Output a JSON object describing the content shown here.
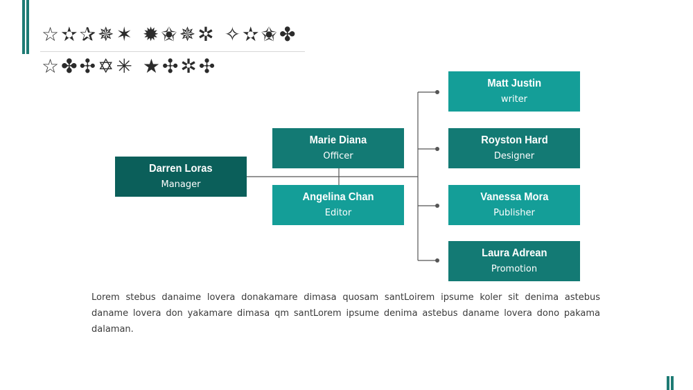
{
  "title": {
    "line1": "☆✫✰✵✶ ✹✬✵✲ ✧✫✬✤",
    "line2": "☆✤✣✡✳ ★✣✲✣"
  },
  "org_chart": {
    "root": {
      "name": "Darren Loras",
      "role": "Manager"
    },
    "middle": [
      {
        "name": "Marie Diana",
        "role": "Officer"
      },
      {
        "name": "Angelina Chan",
        "role": "Editor"
      }
    ],
    "right": [
      {
        "name": "Matt Justin",
        "role": "writer"
      },
      {
        "name": "Royston Hard",
        "role": "Designer"
      },
      {
        "name": "Vanessa Mora",
        "role": "Publisher"
      },
      {
        "name": "Laura Adrean",
        "role": "Promotion"
      }
    ]
  },
  "body_text": "Lorem stebus danaime lovera donakamare dimasa quosam santLoirem ipsume koler sit denima astebus daname lovera don yakamare dimasa qm santLorem ipsume denima astebus daname lovera dono pakama dalaman.",
  "colors": {
    "accent": "#1e7b74",
    "dark_teal": "#0b5f5a",
    "mid_teal": "#137a74",
    "light_teal": "#149e98",
    "connector": "#555555"
  }
}
